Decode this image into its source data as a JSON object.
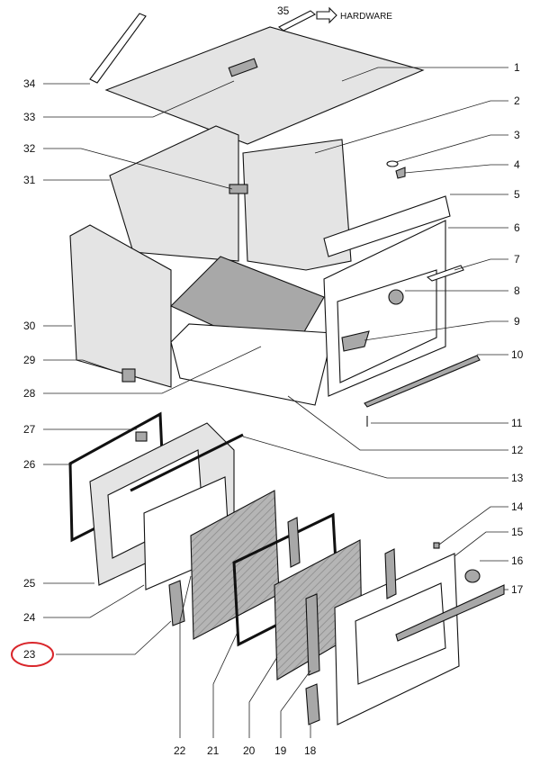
{
  "diagram": {
    "hardware_label": "HARDWARE",
    "highlight_color": "#d9262b",
    "highlighted_part": "23",
    "labels": {
      "p1": "1",
      "p2": "2",
      "p3": "3",
      "p4": "4",
      "p5": "5",
      "p6": "6",
      "p7": "7",
      "p8": "8",
      "p9": "9",
      "p10": "10",
      "p11": "11",
      "p12": "12",
      "p13": "13",
      "p14": "14",
      "p15": "15",
      "p16": "16",
      "p17": "17",
      "p18": "18",
      "p19": "19",
      "p20": "20",
      "p21": "21",
      "p22": "22",
      "p23": "23",
      "p24": "24",
      "p25": "25",
      "p26": "26",
      "p27": "27",
      "p28": "28",
      "p29": "29",
      "p30": "30",
      "p31": "31",
      "p32": "32",
      "p33": "33",
      "p34": "34",
      "p35": "35"
    }
  }
}
